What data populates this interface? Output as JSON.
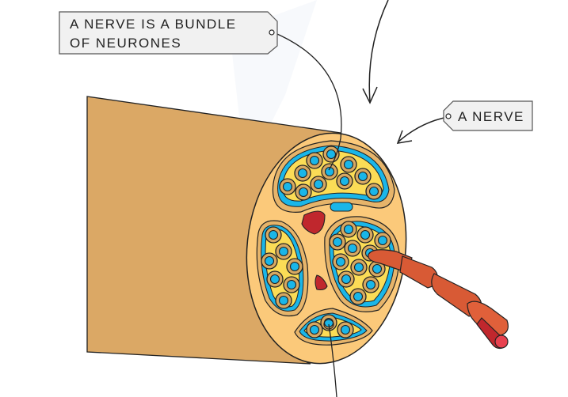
{
  "labels": {
    "bundle_line1": "A NERVE IS A BUNDLE",
    "bundle_line2": "OF NEURONES",
    "nerve": "A NERVE"
  },
  "colors": {
    "nerve_outer": "#dba865",
    "nerve_face": "#fbc97a",
    "fascicle_fill": "#fbdc56",
    "sheath_blue": "#1ab6e8",
    "axon_ring": "#d6a862",
    "vessel_red": "#c0272d",
    "neurone_orange": "#d85a35",
    "label_bg": "#f1f1f1"
  }
}
